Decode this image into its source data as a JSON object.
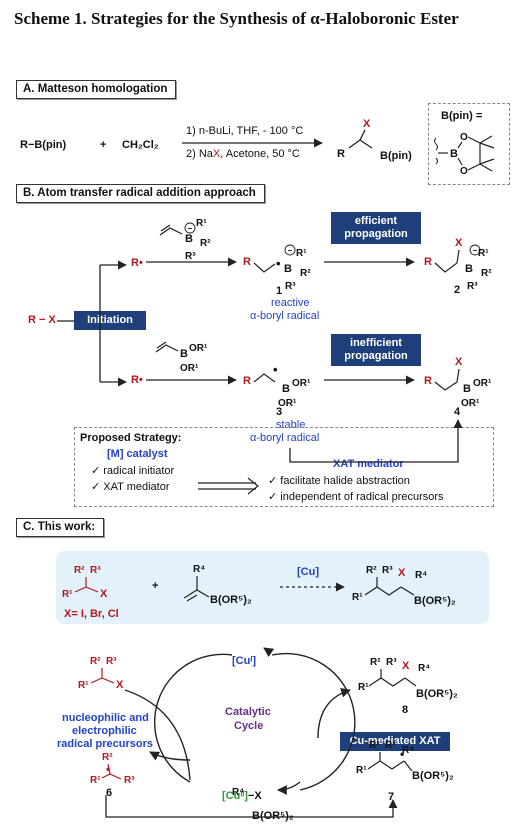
{
  "title": {
    "scheme": "Scheme 1.",
    "text": "Strategies for the Synthesis of α-Haloboronic Ester"
  },
  "sectionA": {
    "label": "A. Matteson homologation",
    "reactant1": "R−B(pin)",
    "plus": "+",
    "reactant2": "CH₂Cl₂",
    "cond1": "1) n-BuLi, THF, - 100 °C",
    "cond2_pre": "2) Na",
    "cond2_x": "X",
    "cond2_post": ", Acetone, 50 °C",
    "product_x": "X",
    "product_r": "R",
    "product_b": "B(pin)",
    "bpin_label": "B(pin) ="
  },
  "sectionB": {
    "label": "B. Atom transfer radical addition approach",
    "rx": "R − X",
    "initiation": "Initiation",
    "r_radical_top": "R•",
    "r_radical_bottom": "R•",
    "efficient": "efficient propagation",
    "inefficient": "inefficient propagation",
    "cmpd1": "1",
    "cmpd2": "2",
    "cmpd3": "3",
    "cmpd4": "4",
    "reactive": "reactive",
    "reactive2": "α-boryl radical",
    "stable": "stable",
    "stable2": "α-boryl radical",
    "proposed": "Proposed Strategy:",
    "m_catalyst": "[M] catalyst",
    "check1": "✓ radical initiator",
    "check2": "✓ XAT mediator",
    "xat_mediator": "XAT mediator",
    "check3": "✓ facilitate halide abstraction",
    "check4": "✓ independent of radical precursors",
    "r1": "R¹",
    "r2": "R²",
    "r3": "R³",
    "or1": "OR¹",
    "b": "B",
    "x": "X",
    "r": "R"
  },
  "sectionC": {
    "label": "C. This work:",
    "x_list": "X= I, Br, Cl",
    "cu": "[Cu]",
    "plus": "+",
    "b_or5": "B(OR⁵)₂",
    "r1": "R¹",
    "r2": "R²",
    "r3": "R³",
    "r4": "R⁴",
    "x": "X",
    "cu1": "[Cuᴵ]",
    "cu2": "[Cuᴵᴵ]",
    "cu2_x": "−X",
    "catalytic": "Catalytic",
    "cycle": "Cycle",
    "nucleo1": "nucleophilic and",
    "nucleo2": "electrophilic",
    "nucleo3": "radical precursors",
    "cmpd6": "6",
    "cmpd7": "7",
    "cmpd8": "8",
    "cu_xat": "Cu-mediated XAT"
  }
}
